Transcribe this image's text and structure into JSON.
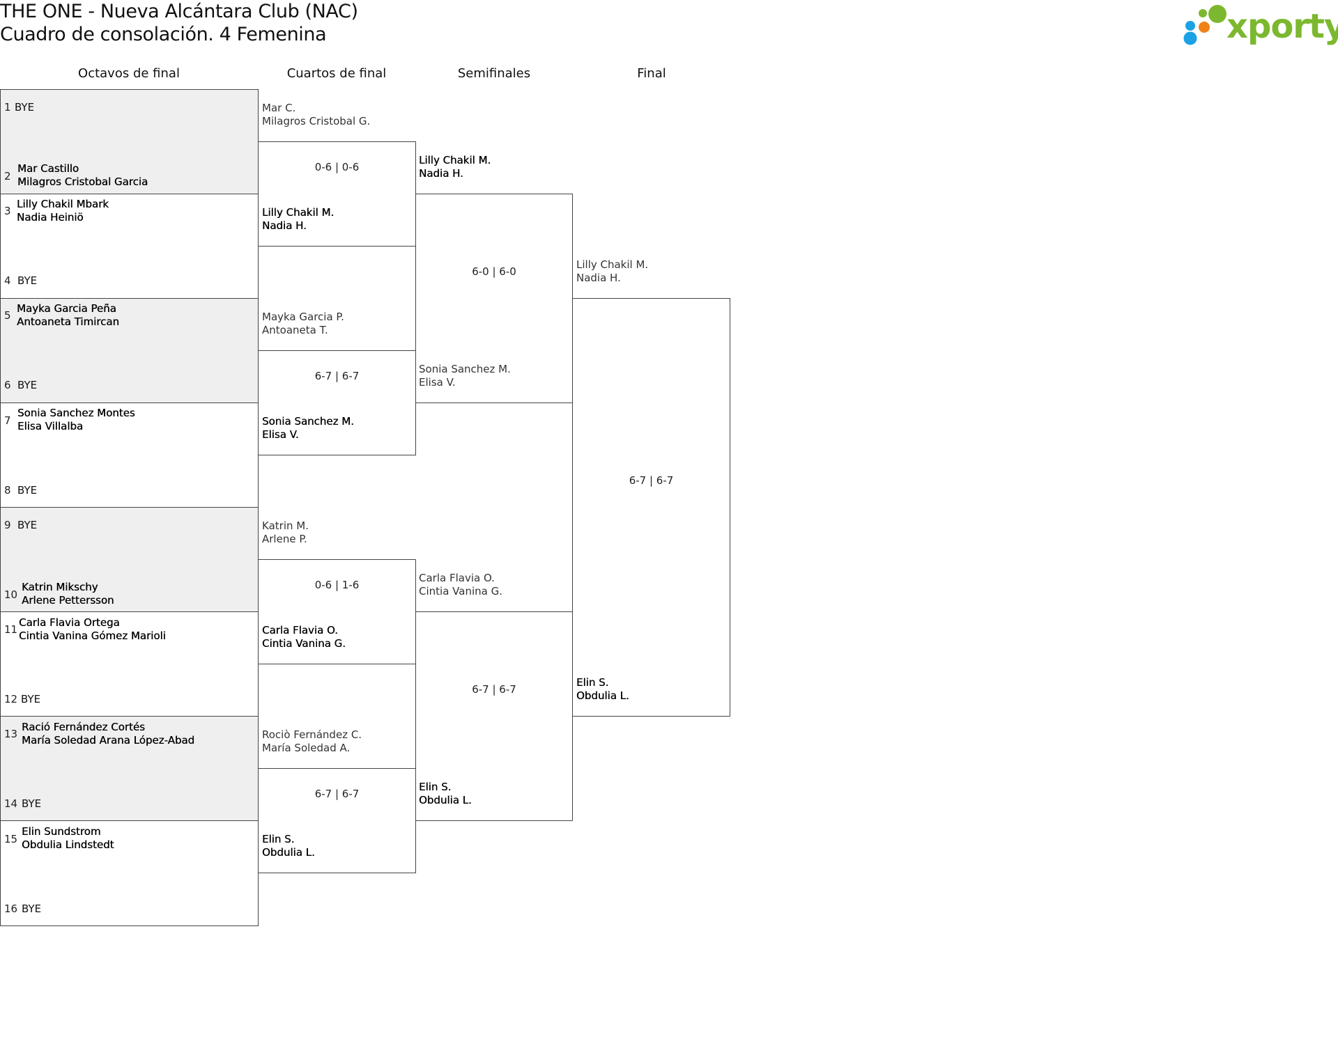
{
  "header": {
    "title": "THE ONE - Nueva Alcántara Club (NAC)",
    "subtitle": "Cuadro de consolación. 4 Femenina"
  },
  "logo": {
    "text": "xporty",
    "colors": {
      "green": "#7cb82f",
      "blue": "#1aa1e6",
      "orange": "#f08119"
    }
  },
  "rounds": [
    "Octavos de final",
    "Cuartos de final",
    "Semifinales",
    "Final"
  ],
  "r16": {
    "slots": [
      {
        "seed": "1",
        "players": [
          "BYE"
        ]
      },
      {
        "seed": "2",
        "players": [
          "Mar Castillo",
          "Milagros Cristobal Garcia"
        ]
      },
      {
        "seed": "3",
        "players": [
          "Lilly Chakil Mbark",
          "Nadia Heiniö"
        ]
      },
      {
        "seed": "4",
        "players": [
          "BYE"
        ]
      },
      {
        "seed": "5",
        "players": [
          "Mayka Garcia Peña",
          "Antoaneta Timircan"
        ]
      },
      {
        "seed": "6",
        "players": [
          "BYE"
        ]
      },
      {
        "seed": "7",
        "players": [
          "Sonia Sanchez Montes",
          "Elisa Villalba"
        ]
      },
      {
        "seed": "8",
        "players": [
          "BYE"
        ]
      },
      {
        "seed": "9",
        "players": [
          "BYE"
        ]
      },
      {
        "seed": "10",
        "players": [
          "Katrin Mikschy",
          "Arlene Pettersson"
        ]
      },
      {
        "seed": "11",
        "players": [
          "Carla Flavia Ortega",
          "Cintia Vanina Gómez Marioli"
        ]
      },
      {
        "seed": "12",
        "players": [
          "BYE"
        ]
      },
      {
        "seed": "13",
        "players": [
          "Ració Fernández Cortés",
          "María Soledad Arana López-Abad"
        ]
      },
      {
        "seed": "14",
        "players": [
          "BYE"
        ]
      },
      {
        "seed": "15",
        "players": [
          "Elin Sundstrom",
          "Obdulia Lindstedt"
        ]
      },
      {
        "seed": "16",
        "players": [
          "BYE"
        ]
      }
    ]
  },
  "qf": [
    {
      "top": [
        "Mar C.",
        "Milagros Cristobal G."
      ],
      "bottom": [
        "Lilly Chakil M.",
        "Nadia H."
      ],
      "score": "0-6 | 0-6",
      "winner": "bottom"
    },
    {
      "top": [
        "Mayka Garcia P.",
        "Antoaneta T."
      ],
      "bottom": [
        "Sonia Sanchez M.",
        "Elisa V."
      ],
      "score": "6-7 | 6-7",
      "winner": "bottom"
    },
    {
      "top": [
        "Katrin M.",
        "Arlene P."
      ],
      "bottom": [
        "Carla Flavia O.",
        "Cintia Vanina G."
      ],
      "score": "0-6 | 1-6",
      "winner": "bottom"
    },
    {
      "top": [
        "Rociò Fernández C.",
        "María Soledad A."
      ],
      "bottom": [
        "Elin S.",
        "Obdulia L."
      ],
      "score": "6-7 | 6-7",
      "winner": "bottom"
    }
  ],
  "sf": [
    {
      "top": [
        "Lilly Chakil M.",
        "Nadia H."
      ],
      "bottom": [
        "Sonia Sanchez M.",
        "Elisa V."
      ],
      "score": "6-0 | 6-0",
      "winner": "top"
    },
    {
      "top": [
        "Carla Flavia O.",
        "Cintia Vanina G."
      ],
      "bottom": [
        "Elin S.",
        "Obdulia L."
      ],
      "score": "6-7 | 6-7",
      "winner": "bottom"
    }
  ],
  "final": {
    "top": [
      "Lilly Chakil M.",
      "Nadia H."
    ],
    "bottom": [
      "Elin S.",
      "Obdulia L."
    ],
    "score": "6-7 | 6-7",
    "winner": "bottom"
  }
}
